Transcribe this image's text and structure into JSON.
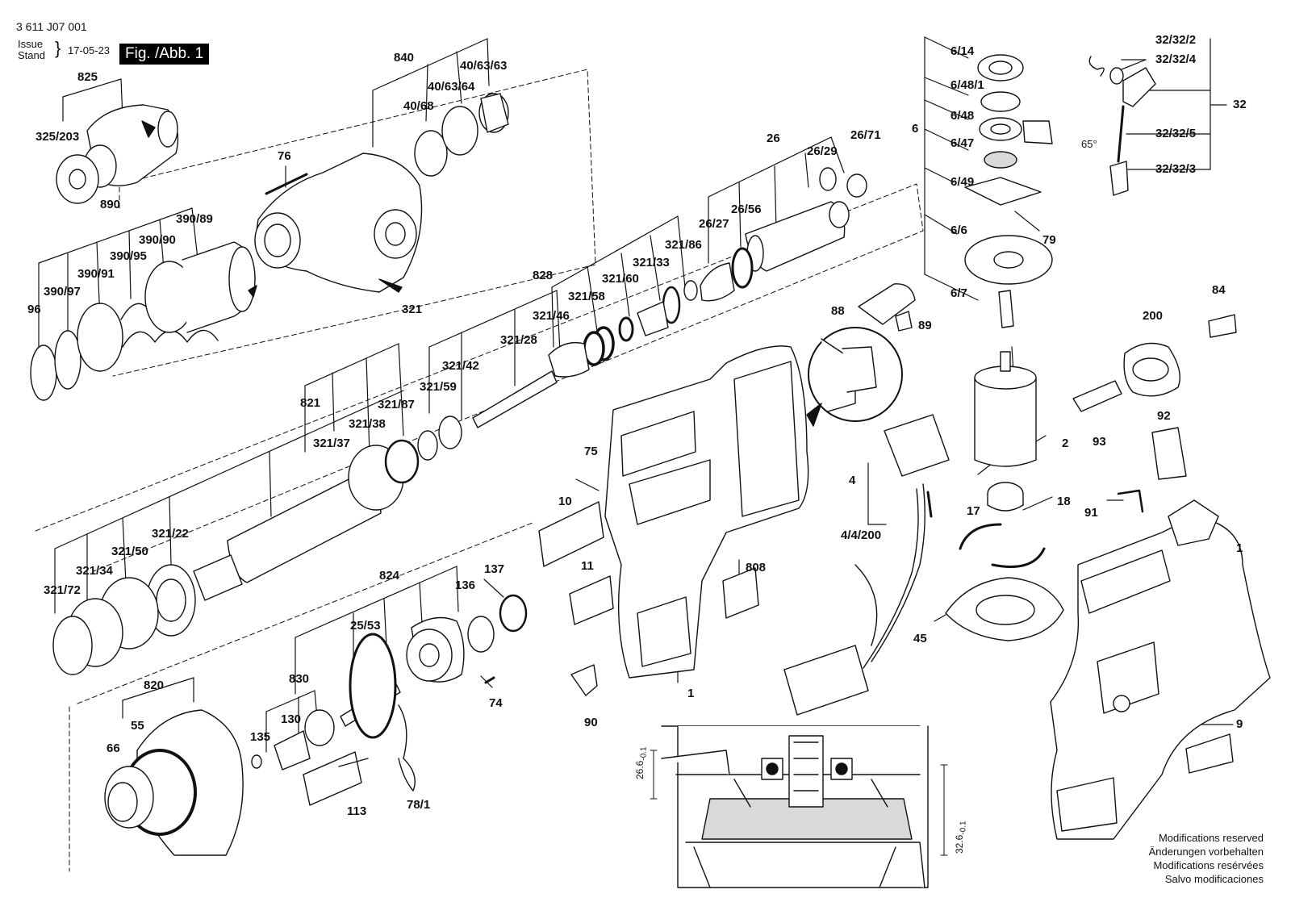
{
  "header": {
    "doc_number": "3 611 J07 001",
    "issue_label": "Issue",
    "stand_label": "Stand",
    "date": "17-05-23",
    "figure": "Fig. /Abb. 1"
  },
  "labels": {
    "l825": "825",
    "l325_203": "325/203",
    "l890": "890",
    "l390_89": "390/89",
    "l390_90": "390/90",
    "l390_95": "390/95",
    "l390_91": "390/91",
    "l390_97": "390/97",
    "l96": "96",
    "l840": "840",
    "l40_63_63": "40/63/63",
    "l40_63_64": "40/63/64",
    "l40_68": "40/68",
    "l76": "76",
    "l26": "26",
    "l26_29": "26/29",
    "l26_71": "26/71",
    "l26_56": "26/56",
    "l26_27": "26/27",
    "l321_86": "321/86",
    "l321_33": "321/33",
    "l828": "828",
    "l321_60": "321/60",
    "l321_58": "321/58",
    "l321_46": "321/46",
    "l321": "321",
    "l321_28": "321/28",
    "l321_42": "321/42",
    "l321_59": "321/59",
    "l821": "821",
    "l321_87": "321/87",
    "l321_38": "321/38",
    "l321_37": "321/37",
    "l321_22": "321/22",
    "l321_50": "321/50",
    "l321_34": "321/34",
    "l321_72": "321/72",
    "l824": "824",
    "l136": "136",
    "l137": "137",
    "l25_53": "25/53",
    "l830": "830",
    "l130": "130",
    "l135": "135",
    "l113": "113",
    "l78_1": "78/1",
    "l74": "74",
    "l820": "820",
    "l55": "55",
    "l66": "66",
    "l75": "75",
    "l10": "10",
    "l11": "11",
    "l808": "808",
    "l90": "90",
    "l1_housing": "1",
    "l6": "6",
    "l6_14": "6/14",
    "l6_48_1": "6/48/1",
    "l6_48": "6/48",
    "l6_47": "6/47",
    "l6_49": "6/49",
    "l6_6": "6/6",
    "l6_7": "6/7",
    "l79": "79",
    "l88": "88",
    "l89": "89",
    "l32_32_2": "32/32/2",
    "l32_32_4": "32/32/4",
    "l32": "32",
    "l32_32_5": "32/32/5",
    "l32_32_3": "32/32/3",
    "l65": "65°",
    "l84": "84",
    "l200": "200",
    "l93": "93",
    "l92": "92",
    "l2": "2",
    "l17": "17",
    "l18": "18",
    "l91": "91",
    "l1_right": "1",
    "l4": "4",
    "l4_4_200": "4/4/200",
    "l45": "45",
    "l9": "9"
  },
  "dimensions": {
    "d1": "26.6",
    "d1_tol": "-0.1",
    "d2": "32.6",
    "d2_tol": "-0.1"
  },
  "notes": [
    "Modifications reserved",
    "Änderungen vorbehalten",
    "Modifications resérvées",
    "Salvo modificaciones"
  ],
  "colors": {
    "ink": "#111111",
    "paper": "#ffffff",
    "shade": "#d9d9d9",
    "badge": "#000000"
  }
}
